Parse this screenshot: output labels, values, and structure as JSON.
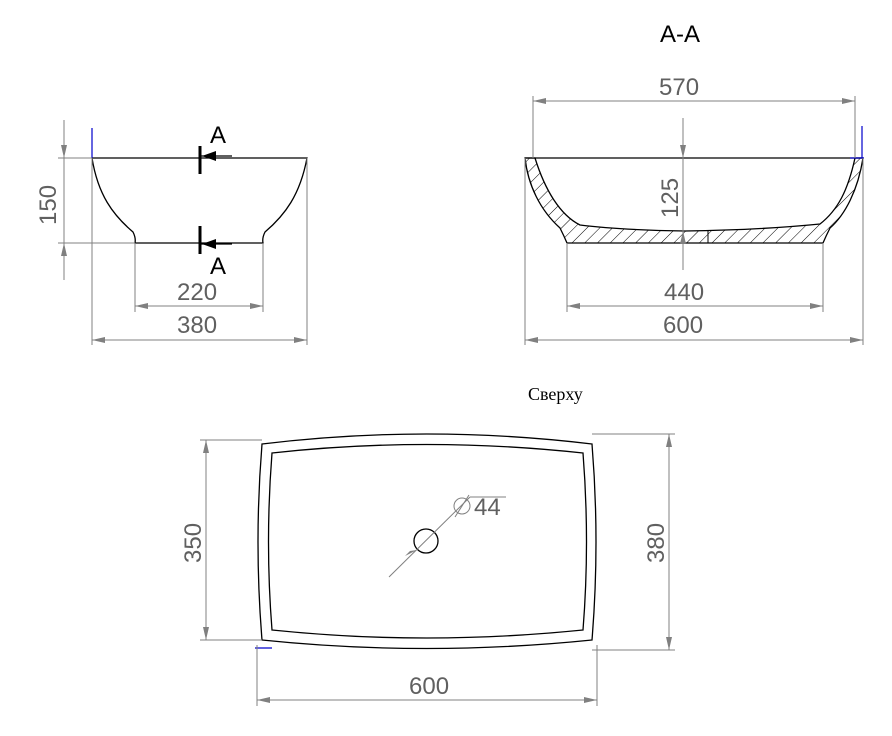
{
  "section_title": "А-А",
  "top_view_label": "Сверху",
  "side_view": {
    "height": "150",
    "bottom_width": "220",
    "top_width": "380",
    "section_mark_top": "А",
    "section_mark_bottom": "А"
  },
  "section_view": {
    "inner_width": "570",
    "depth": "125",
    "bottom_width": "440",
    "overall_width": "600"
  },
  "plan_view": {
    "inner_width_dim": "350",
    "outer_width_dim": "380",
    "length": "600",
    "drain_diameter": "44"
  },
  "colors": {
    "outline": "#000000",
    "dimension": "#808080",
    "accent_blue": "#0000cc"
  }
}
